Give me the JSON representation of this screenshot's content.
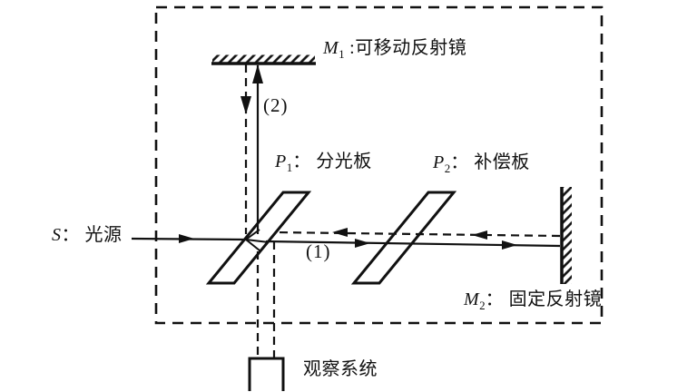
{
  "figure": {
    "labels": {
      "m1": {
        "symbol": "M",
        "subscript": "1",
        "desc": " :可移动反射镜"
      },
      "p1": {
        "symbol": "P",
        "subscript": "1",
        "desc": "： 分光板"
      },
      "p2": {
        "symbol": "P",
        "subscript": "2",
        "desc": "： 补偿板"
      },
      "s": {
        "symbol": "S",
        "desc": "： 光源"
      },
      "m2": {
        "symbol": "M",
        "subscript": "2",
        "desc": "： 固定反射镜"
      },
      "beam1": "(1)",
      "beam2": "(2)",
      "observer": "观察系统"
    },
    "colors": {
      "ink": "#111111",
      "background": "#ffffff"
    }
  }
}
